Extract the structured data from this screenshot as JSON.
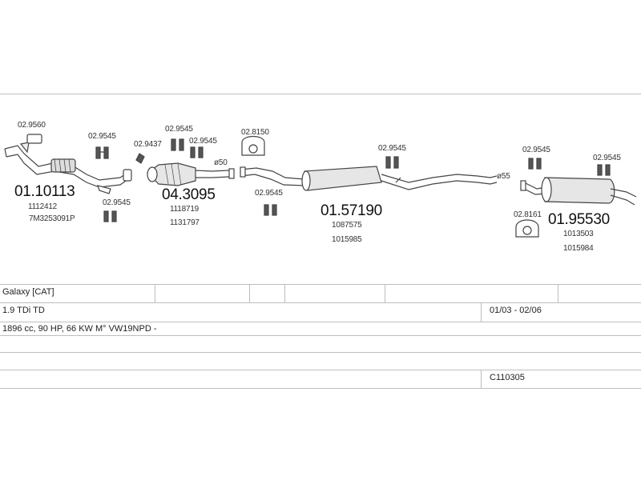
{
  "diagram": {
    "parts": [
      {
        "id": "front_pipe",
        "part_no": "01.10113",
        "refs": [
          "1112412",
          "7M3253091P"
        ]
      },
      {
        "id": "catalyst",
        "part_no": "04.3095",
        "refs": [
          "1118719",
          "1131797"
        ]
      },
      {
        "id": "middle_silencer",
        "part_no": "01.57190",
        "refs": [
          "1087575",
          "1015985"
        ]
      },
      {
        "id": "rear_silencer",
        "part_no": "01.95530",
        "refs": [
          "1013503",
          "1015984"
        ]
      }
    ],
    "hardware": {
      "h1": "02.9560",
      "h2": "02.9545",
      "h3": "02.9545",
      "h4": "02.9437",
      "h5": "02.9545",
      "h6": "02.9545",
      "h7": "02.8150",
      "h8": "02.9545",
      "h9": "02.9545",
      "h10": "02.9545",
      "h11": "02.9545",
      "h12": "02.8161"
    },
    "diameters": {
      "d50": "ø50",
      "d55": "ø55"
    }
  },
  "table": {
    "model": "Galaxy  [CAT]",
    "engine": "1.9 TDi TD",
    "years": "01/03 - 02/06",
    "spec": "1896 cc, 90 HP, 66 KW M° VW19NPD -",
    "code": "C110305"
  }
}
